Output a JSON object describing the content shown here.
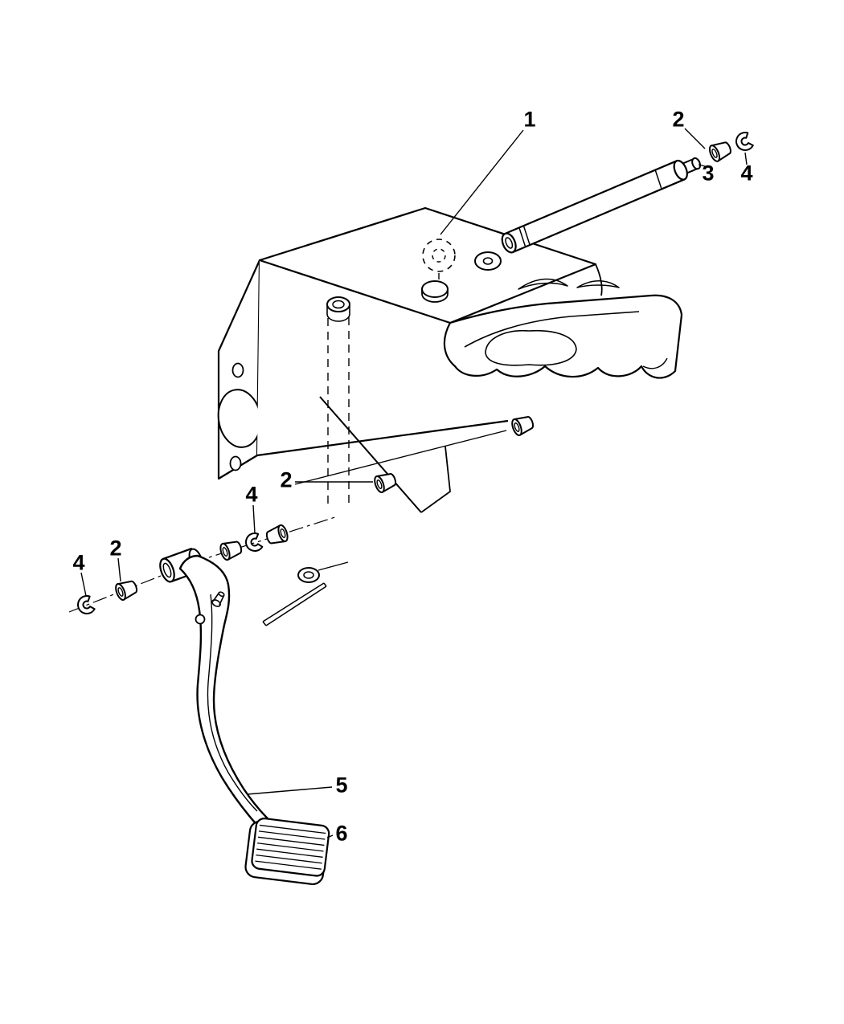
{
  "diagram": {
    "background_color": "#ffffff",
    "line_color": "#000000",
    "callouts": [
      {
        "label": "1"
      },
      {
        "label": "2"
      },
      {
        "label": "3"
      },
      {
        "label": "4"
      },
      {
        "label": "2"
      },
      {
        "label": "4"
      },
      {
        "label": "2"
      },
      {
        "label": "4"
      },
      {
        "label": "5"
      },
      {
        "label": "6"
      }
    ]
  }
}
